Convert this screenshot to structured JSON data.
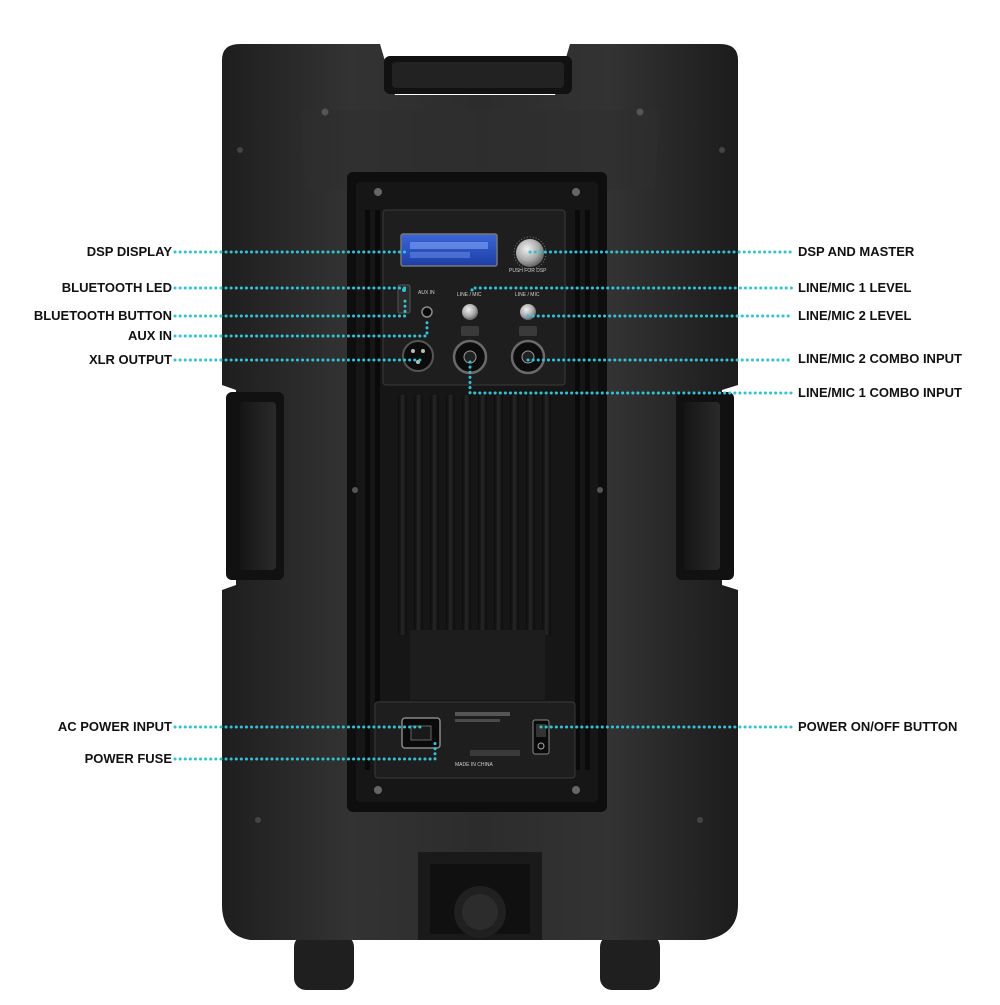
{
  "callouts": {
    "dsp_display": "DSP DISPLAY",
    "bluetooth_led": "BLUETOOTH LED",
    "bluetooth_button": "BLUETOOTH BUTTON",
    "aux_in": "AUX IN",
    "xlr_output": "XLR OUTPUT",
    "ac_power_input": "AC POWER INPUT",
    "power_fuse": "POWER FUSE",
    "dsp_and_master": "DSP AND MASTER",
    "line_mic_1_level": "LINE/MIC 1 LEVEL",
    "line_mic_2_level": "LINE/MIC 2 LEVEL",
    "line_mic_2_combo_input": "LINE/MIC 2 COMBO INPUT",
    "line_mic_1_combo_input": "LINE/MIC 1 COMBO INPUT",
    "power_on_off_button": "POWER ON/OFF BUTTON"
  },
  "panel_text": {
    "push_for_dsp": "PUSH FOR DSP",
    "aux_in": "AUX IN",
    "line_mic_1": "LINE / MIC",
    "line_mic_2": "LINE / MIC",
    "made_in_china": "MADE IN CHINA"
  },
  "colors": {
    "callout_dots": "#2ec4d6",
    "cabinet": "#2a2a2a",
    "panel": "#141414"
  }
}
